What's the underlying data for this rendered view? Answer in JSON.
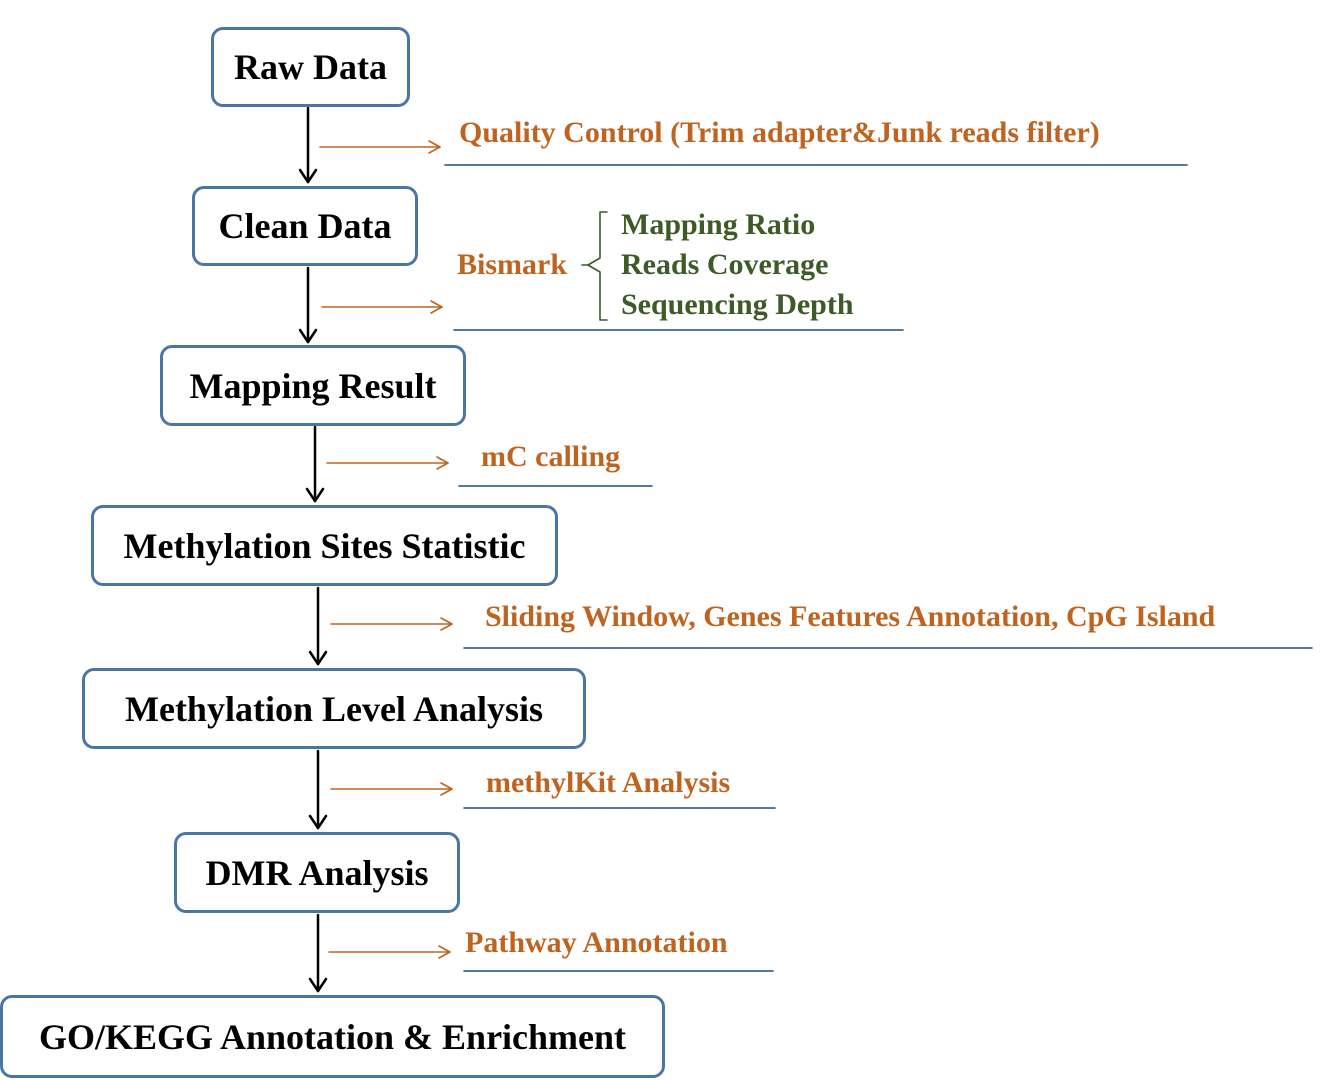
{
  "colors": {
    "node_border": "#4a76a4",
    "step_text": "#c0631e",
    "metric_text": "#3c5b26",
    "underline": "#1f4e79",
    "flow_arrow": "#000000"
  },
  "nodes": [
    "Raw Data",
    "Clean Data",
    "Mapping Result",
    "Methylation Sites Statistic",
    "Methylation Level Analysis",
    "DMR Analysis",
    "GO/KEGG Annotation & Enrichment"
  ],
  "steps": [
    "Quality Control (Trim adapter&Junk reads filter)",
    "Bismark",
    "mC calling",
    "Sliding Window, Genes Features Annotation, CpG Island",
    "methylKit Analysis",
    "Pathway Annotation"
  ],
  "bismark_outputs": [
    "Mapping Ratio",
    "Reads Coverage",
    "Sequencing Depth"
  ]
}
